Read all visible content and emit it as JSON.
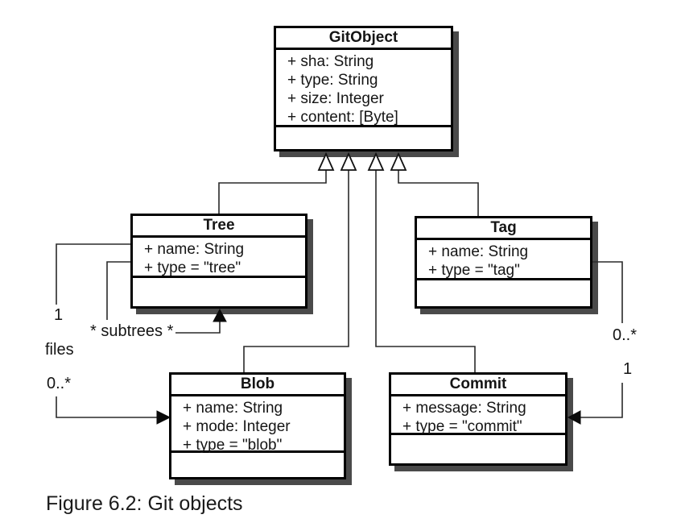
{
  "diagram": {
    "classes": {
      "gitobject": {
        "name": "GitObject",
        "attributes": [
          "+ sha: String",
          "+ type: String",
          "+ size: Integer",
          "+ content: [Byte]"
        ]
      },
      "tree": {
        "name": "Tree",
        "attributes": [
          "+ name: String",
          "+ type = \"tree\""
        ]
      },
      "tag": {
        "name": "Tag",
        "attributes": [
          "+ name: String",
          "+ type = \"tag\""
        ]
      },
      "blob": {
        "name": "Blob",
        "attributes": [
          "+ name: String",
          "+ mode: Integer",
          "+ type = \"blob\""
        ]
      },
      "commit": {
        "name": "Commit",
        "attributes": [
          "+ message: String",
          "+ type = \"commit\""
        ]
      }
    },
    "labels": {
      "tree_blob_source_mult": "1",
      "tree_blob_name": "files",
      "tree_blob_target_mult": "0..*",
      "tree_self_label": "* subtrees *",
      "tag_commit_source_mult": "0..*",
      "tag_commit_target_mult": "1"
    },
    "colors": {
      "box_border": "#000000",
      "box_fill": "#ffffff",
      "box_shadow": "#4a4a4a",
      "text": "#151515",
      "connector": "#2a2a2a"
    }
  },
  "caption": "Figure 6.2: Git objects"
}
